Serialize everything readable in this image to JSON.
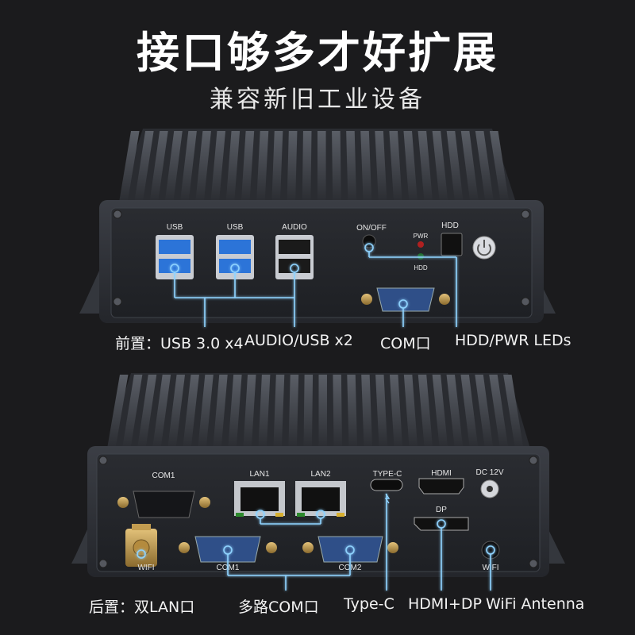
{
  "header": {
    "title": "接口够多才好扩展",
    "subtitle": "兼容新旧工业设备"
  },
  "front_panel": {
    "port_labels": {
      "usb_a": "USB",
      "usb_b": "USB",
      "audio": "AUDIO",
      "onoff": "ON/OFF",
      "pwr": "PWR",
      "hdd_led": "HDD",
      "hdd_btn": "HDD"
    },
    "captions": {
      "front_usb": "前置：USB 3.0 x4",
      "audio_usb": "AUDIO/USB x2",
      "com": "COM口",
      "leds": "HDD/PWR LEDs"
    }
  },
  "rear_panel": {
    "port_labels": {
      "com1_top": "COM1",
      "lan1": "LAN1",
      "lan2": "LAN2",
      "typec": "TYPE-C",
      "hdmi": "HDMI",
      "dc": "DC 12V",
      "dp": "DP",
      "wifi_left": "WIFI",
      "com1_bottom": "COM1",
      "com2_bottom": "COM2",
      "wifi_right": "WIFI"
    },
    "captions": {
      "lan": "后置：双LAN口",
      "com": "多路COM口",
      "typec": "Type-C",
      "hdmi_dp": "HDMI+DP",
      "wifi": "WiFi Antenna"
    }
  },
  "colors": {
    "background": "#1b1b1d",
    "highlight": "#8fd3ff",
    "usb_blue": "#2c74d8"
  }
}
